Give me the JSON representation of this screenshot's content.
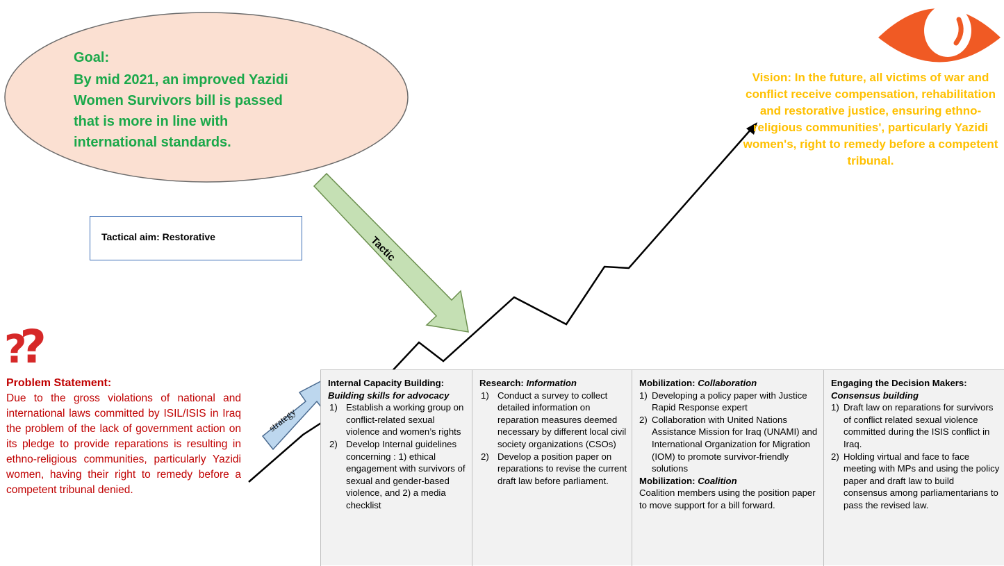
{
  "goal": {
    "title": "Goal:",
    "lines": [
      "By mid 2021, an improved Yazidi",
      "Women Survivors bill is passed",
      "that is more in line with",
      "international standards."
    ]
  },
  "vision": {
    "text": "Vision: In the future, all victims of war and conflict receive compensation, rehabilitation and restorative justice, ensuring ethno-religious communities', particularly Yazidi women's, right to remedy before a competent tribunal."
  },
  "tactical_aim": "Tactical aim: Restorative",
  "tactic_label": "Tactic",
  "strategy_label": "strategy",
  "problem": {
    "title": "Problem Statement:",
    "body": "Due to the gross violations of national and international laws committed by ISIL/ISIS in Iraq the problem of the lack of government action on its pledge to provide reparations is resulting in ethno-religious communities, particularly Yazidi women, having their right to remedy before a competent tribunal denied."
  },
  "columns": [
    {
      "heading": "Internal Capacity Building:",
      "subheading": "Building skills for advocacy",
      "items": [
        {
          "n": "1)",
          "text": "Establish a working group on conflict-related sexual violence and women’s rights"
        },
        {
          "n": "2)",
          "text": "Develop Internal guidelines concerning : 1) ethical engagement with survivors of sexual and gender-based violence, and 2) a media checklist"
        }
      ]
    },
    {
      "heading": "Research:",
      "subheading": "Information",
      "items": [
        {
          "n": "1)",
          "text": "Conduct a survey to collect detailed information on reparation measures deemed necessary by different local civil society organizations (CSOs)"
        },
        {
          "n": "2)",
          "text": "Develop a position paper on reparations to revise the current draft law before parliament."
        }
      ]
    },
    {
      "heading": "Mobilization:",
      "subheading": "Collaboration",
      "items": [
        {
          "n": "1)",
          "text": "Developing a policy paper with Justice Rapid Response expert"
        },
        {
          "n": "2)",
          "text": "Collaboration with United Nations Assistance Mission for Iraq (UNAMI) and International Organization for Migration (IOM) to promote survivor-friendly solutions"
        }
      ],
      "extra_heading": "Mobilization:",
      "extra_subheading": "Coalition",
      "extra_text": "Coalition members using the position paper to move support for a bill forward."
    },
    {
      "heading": "Engaging the Decision Makers:",
      "subheading": "Consensus building",
      "items": [
        {
          "n": "1)",
          "text": "Draft law on reparations for survivors of conflict related sexual violence committed during the ISIS conflict in Iraq."
        },
        {
          "n": "2)",
          "text": "Holding virtual and face to face meeting with MPs and using the policy paper and draft law to build consensus among parliamentarians to pass the revised law."
        }
      ]
    }
  ],
  "colors": {
    "goal_text": "#1aa84a",
    "goal_fill": "#fbe0d2",
    "vision_text": "#ffc000",
    "problem_text": "#c00000",
    "tactic_arrow": "#c5e0b4",
    "strategy_arrow": "#bdd7ee",
    "eye": "#f05a24"
  },
  "icons": {
    "question": "question-marks-icon",
    "eye": "eye-icon"
  }
}
